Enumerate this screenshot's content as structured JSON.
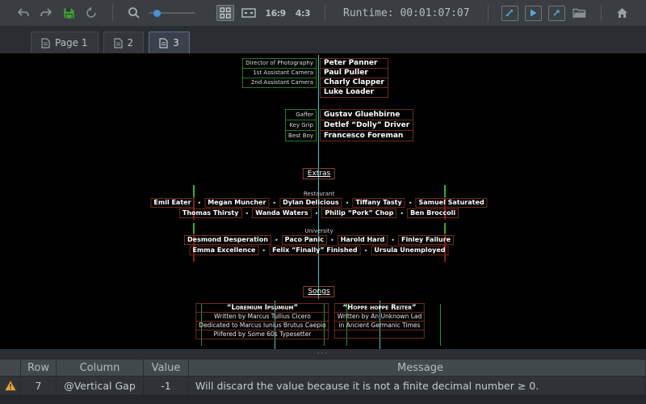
{
  "toolbar": {
    "runtime_label": "Runtime: 00:01:07:07",
    "aspect_16_9": "16:9",
    "aspect_4_3": "4:3"
  },
  "tabs": [
    {
      "label": "Page 1"
    },
    {
      "label": "2"
    },
    {
      "label": "3"
    }
  ],
  "canvas": {
    "credit_blocks": [
      {
        "labels": [
          "Director of Photography",
          "1st Assistant Camera",
          "2nd Assistant Camera"
        ],
        "names": [
          "Peter Panner",
          "Paul Puller",
          "Charly Clapper",
          "Luke Loader"
        ]
      },
      {
        "labels": [
          "Gaffer",
          "Key Grip",
          "Best Boy"
        ],
        "names": [
          "Gustav Gluehbirne",
          "Detlef “Dolly” Driver",
          "Francesco Foreman"
        ]
      }
    ],
    "extras": {
      "heading": "Extras",
      "separator": "•",
      "groups": [
        {
          "title": "Restaurant",
          "rows": [
            [
              "Emil Eater",
              "Megan Muncher",
              "Dylan Delicious",
              "Tiffany Tasty",
              "Samuel Saturated"
            ],
            [
              "Thomas Thirsty",
              "Wanda Waters",
              "Philip “Pork” Chop",
              "Ben Broccoli"
            ]
          ]
        },
        {
          "title": "University",
          "rows": [
            [
              "Desmond Desperation",
              "Paco Panic",
              "Harold Hard",
              "Finley Failure"
            ],
            [
              "Emma Excellence",
              "Felix “Finally” Finished",
              "Ursula Unemployed"
            ]
          ]
        }
      ]
    },
    "songs": {
      "heading": "Songs",
      "columns": [
        {
          "title": "“Loremium Ipsumium”",
          "lines": [
            "Written by Marcus Tullius Cicero",
            "Dedicated to Marcus Iunius Brutus Caepio",
            "Pilfered by Some 60s Typesetter"
          ]
        },
        {
          "title": "“Hoppe hoppe Reiter”",
          "lines": [
            "Written by An Unknown Lad",
            "in Ancient Germanic Times",
            ""
          ]
        }
      ]
    }
  },
  "issues_panel": {
    "handle": "···",
    "headers": [
      "Row",
      "Column",
      "Value",
      "Message"
    ],
    "rows": [
      {
        "severity": "warning",
        "row": "7",
        "column": "@Vertical Gap",
        "value": "-1",
        "message": "Will discard the value because it is not a finite decimal number ≥ 0."
      }
    ]
  },
  "colors": {
    "accent_blue": "#5aa7e0",
    "guide_teal": "#3ec9c4",
    "box_green": "#1e7d1e",
    "box_red": "#6f2c1c",
    "warning_orange": "#e6a23c",
    "save_green": "#3fa037"
  }
}
